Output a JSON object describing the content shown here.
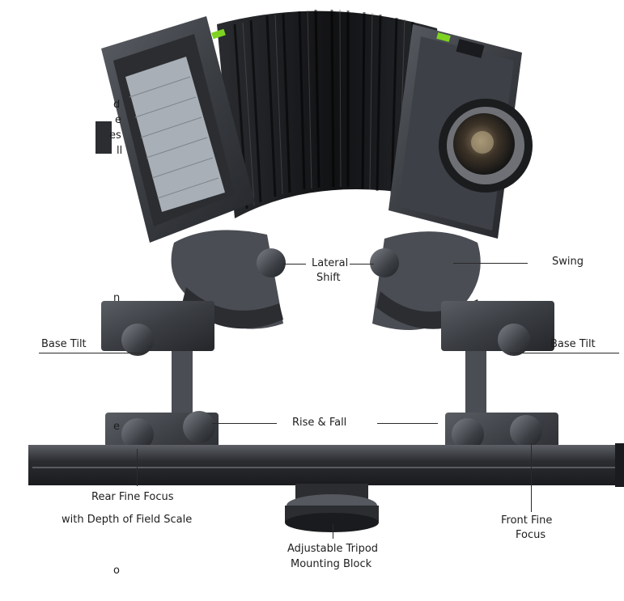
{
  "labels": {
    "lateral_shift_1": "Lateral",
    "lateral_shift_2": "Shift",
    "swing": "Swing",
    "base_tilt_left": "Base Tilt",
    "base_tilt_right": "Base Tilt",
    "rise_fall": "Rise & Fall",
    "rear_focus_1": "Rear Fine Focus",
    "rear_focus_2": "with Depth of Field Scale",
    "front_focus_1": "Front Fine",
    "front_focus_2": "Focus",
    "tripod_1": "Adjustable Tripod",
    "tripod_2": "Mounting Block"
  },
  "left_edge_fragments": [
    "d",
    "e",
    "es",
    "ll",
    "n",
    "e",
    "o"
  ],
  "colors": {
    "camera_body": "#3a3d42",
    "bellows": "#1c1e21",
    "rail": "#2b2d31",
    "level_green": "#7ed321",
    "lens_glass": "#5a4a3a"
  }
}
